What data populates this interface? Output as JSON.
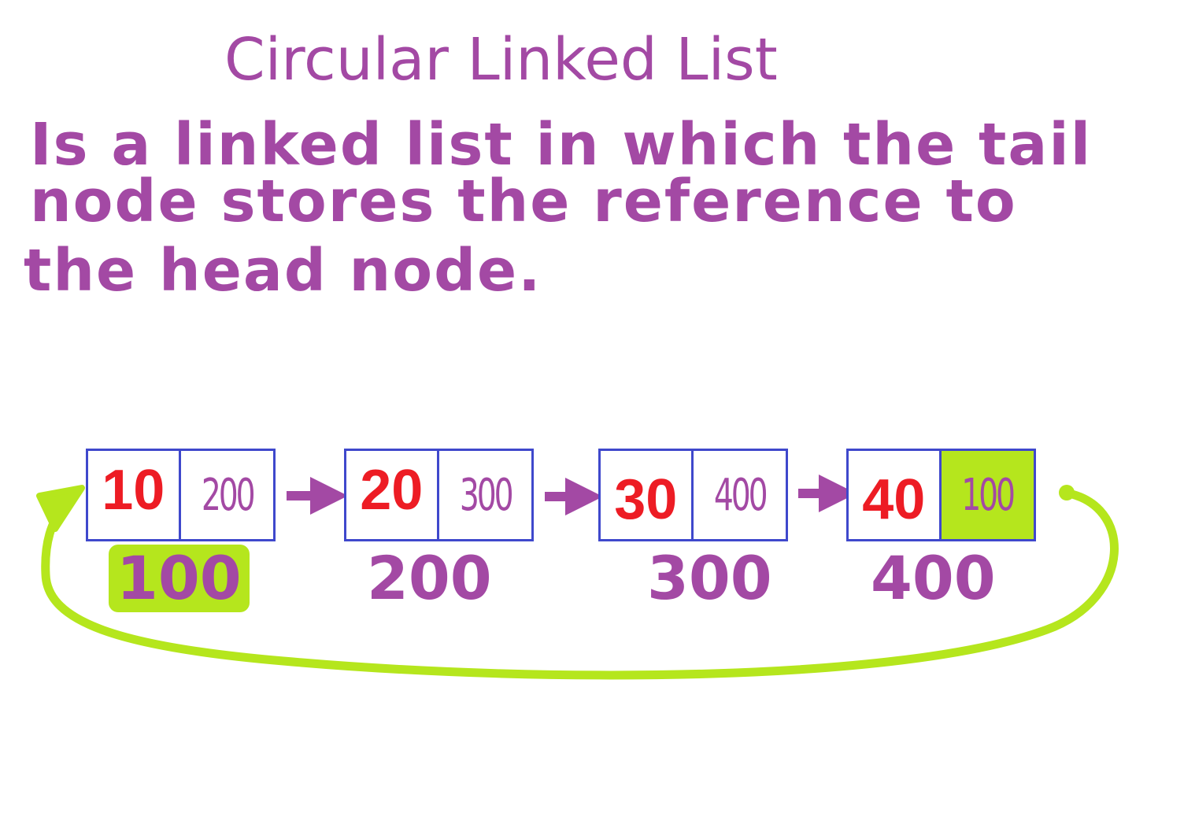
{
  "title": "Circular Linked List",
  "description": {
    "line1": "Is a linked list in which the tail",
    "line2": "node stores the reference to",
    "line3": "the head node."
  },
  "colors": {
    "text": "#a349a4",
    "data_value": "#ed1c24",
    "node_border": "#3f48cc",
    "highlight": "#b5e61d",
    "arrow": "#a349a4"
  },
  "nodes": [
    {
      "data": "10",
      "next": "200",
      "address": "100"
    },
    {
      "data": "20",
      "next": "300",
      "address": "200"
    },
    {
      "data": "30",
      "next": "400",
      "address": "300"
    },
    {
      "data": "40",
      "next": "100",
      "address": "400"
    }
  ]
}
